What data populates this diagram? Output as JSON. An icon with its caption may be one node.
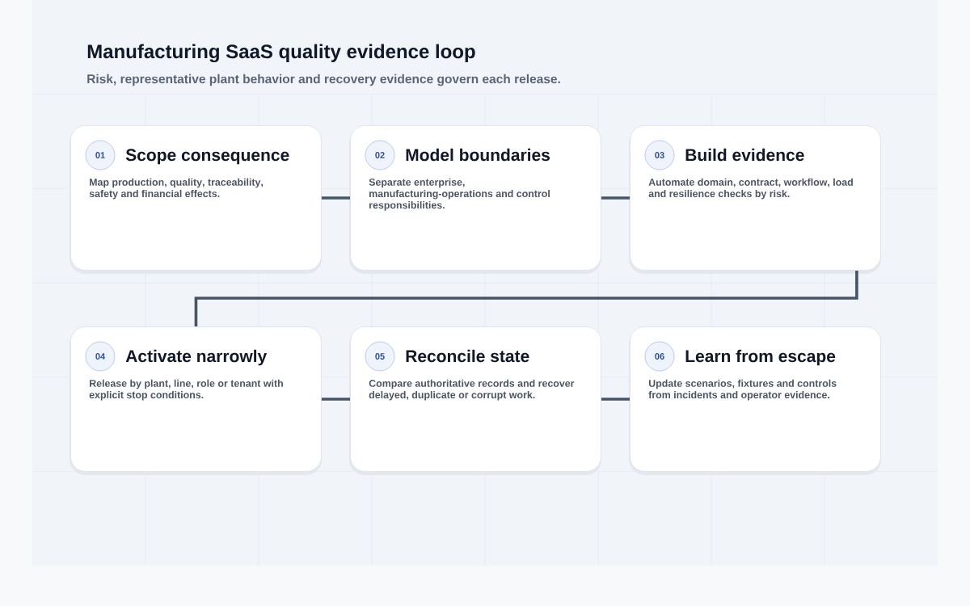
{
  "diagram": {
    "title": "Manufacturing SaaS quality evidence loop",
    "caption": "Risk, representative plant behavior and recovery evidence govern each release.",
    "nodes": [
      {
        "text": [
          "Scope consequence",
          "Map production, quality, traceability, safety and financial effects."
        ]
      },
      {
        "text": [
          "01"
        ],
        "in": 0
      },
      {
        "text": [
          "Model boundaries",
          "Separate enterprise, manufacturing-operations and control responsibilities."
        ]
      },
      {
        "text": [
          "02"
        ],
        "in": 2
      },
      {
        "text": [
          "Build evidence",
          "Automate domain, contract, workflow, load and resilience checks by risk."
        ]
      },
      {
        "text": [
          "03"
        ],
        "in": 4
      },
      {
        "text": [
          "Activate narrowly",
          "Release by plant, line, role or tenant with explicit stop conditions."
        ]
      },
      {
        "text": [
          "04"
        ],
        "in": 6
      },
      {
        "text": [
          "Reconcile state",
          "Compare authoritative records and recover delayed, duplicate or corrupt work."
        ]
      },
      {
        "text": [
          "05"
        ],
        "in": 8
      },
      {
        "text": [
          "Learn from escape",
          "Update scenarios, fixtures and controls from incidents and operator evidence."
        ]
      },
      {
        "text": [
          "06"
        ],
        "in": 10
      }
    ],
    "edges": [
      {
        "from": 0,
        "to": 2,
        "arrow": "none"
      },
      {
        "from": 2,
        "to": 4,
        "arrow": "none"
      },
      {
        "from": 4,
        "to": 6,
        "arrow": "none"
      },
      {
        "from": 6,
        "to": 8,
        "arrow": "none"
      },
      {
        "from": 8,
        "to": 10,
        "arrow": "none"
      }
    ]
  }
}
